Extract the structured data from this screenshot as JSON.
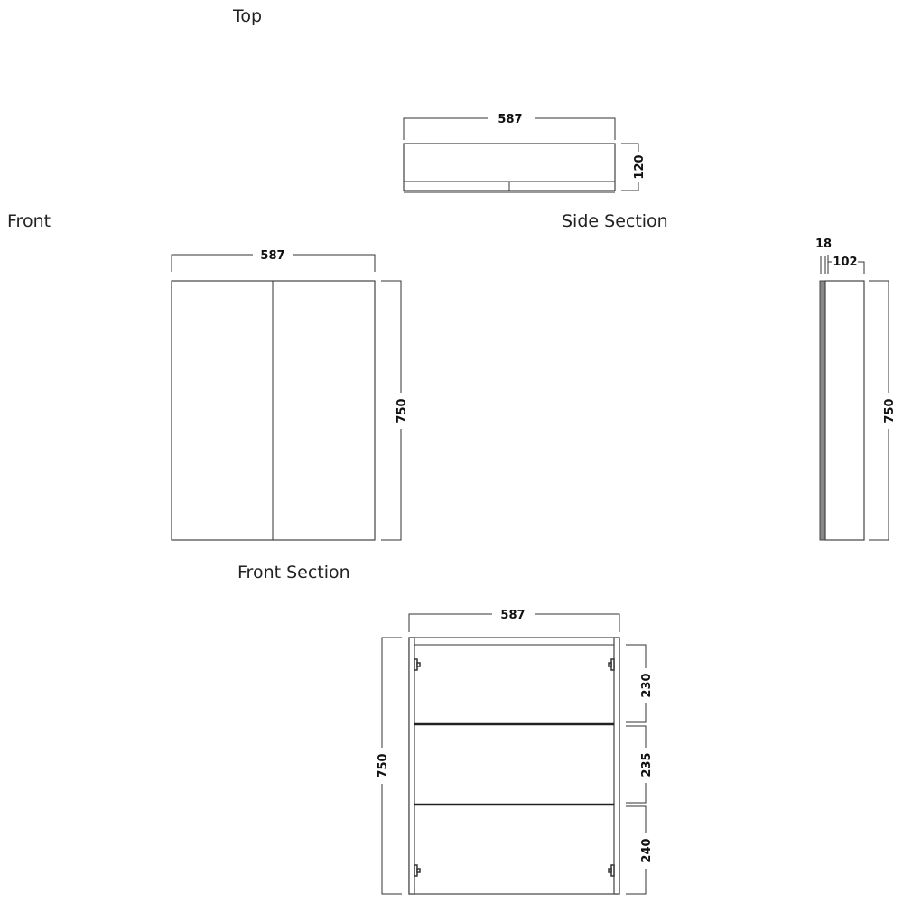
{
  "views": {
    "top": {
      "title": "Top",
      "width": "587",
      "depth": "120"
    },
    "front": {
      "title": "Front",
      "width": "587",
      "height": "750"
    },
    "side_section": {
      "title": "Side Section",
      "door_thickness": "18",
      "body_depth": "102",
      "height": "750"
    },
    "front_section": {
      "title": "Front Section",
      "width": "587",
      "height": "750",
      "compartments": [
        "230",
        "235",
        "240"
      ]
    }
  }
}
